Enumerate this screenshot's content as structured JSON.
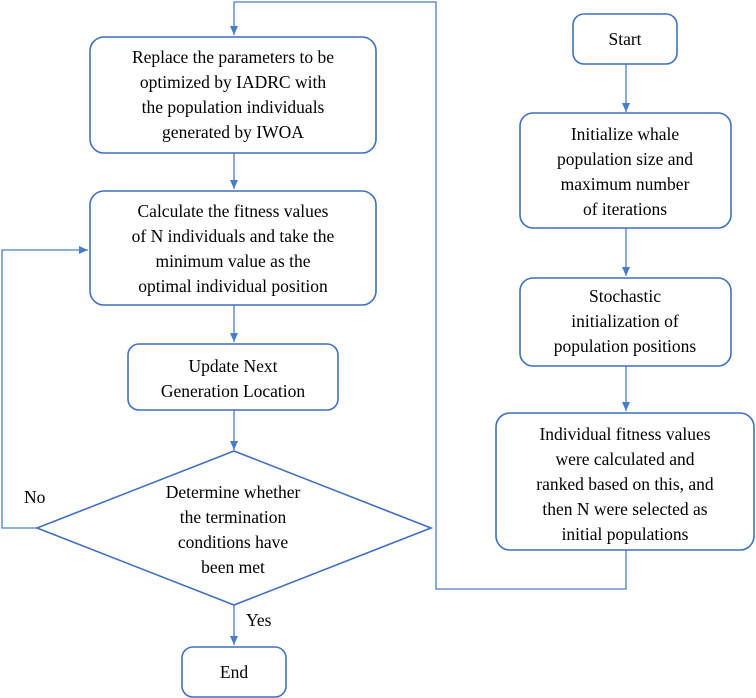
{
  "flowchart": {
    "nodes": {
      "start": [
        "Start"
      ],
      "initialize": [
        "Initialize whale",
        "population size and",
        "maximum number",
        "of iterations"
      ],
      "stochastic_init": [
        "Stochastic",
        "initialization of",
        "population positions"
      ],
      "fitness_rank": [
        "Individual fitness values",
        "were calculated and",
        "ranked based on this, and",
        "then N were selected as",
        "initial populations"
      ],
      "replace_params": [
        "Replace the parameters to be",
        "optimized by IADRC with",
        "the population individuals",
        "generated by IWOA"
      ],
      "calc_fitness": [
        "Calculate the fitness values",
        "of N individuals and take the",
        "minimum value as the",
        "optimal individual position"
      ],
      "update_location": [
        "Update Next",
        "Generation Location"
      ],
      "terminate_check": [
        "Determine whether",
        "the termination",
        "conditions have",
        "been met"
      ],
      "end": [
        "End"
      ]
    },
    "edge_labels": {
      "no": "No",
      "yes": "Yes"
    },
    "colors": {
      "node_border": "#3f6fbf",
      "connector": "#4a7dc8",
      "text": "#000000",
      "background": "#ffffff"
    }
  }
}
